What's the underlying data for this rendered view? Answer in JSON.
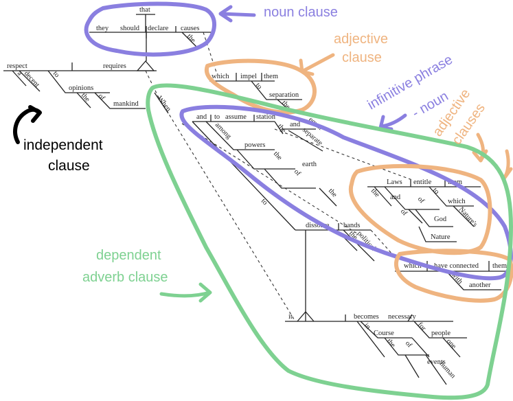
{
  "diagram": {
    "words": {
      "that": "that",
      "they": "they",
      "should": "should",
      "declare": "declare",
      "causes": "causes",
      "the_causes": "the",
      "respect": "respect",
      "requires": "requires",
      "a": "a",
      "decent": "decent",
      "to_opinions": "to",
      "opinions": "opinions",
      "the_mankind": "the",
      "of_mankind": "of",
      "mankind": "mankind",
      "when": "When",
      "which_impel": "which",
      "impel": "impel",
      "them_impel": "them",
      "to_separation": "to",
      "separation": "separation",
      "the_separation": "the",
      "and_top": "and",
      "to_assume": "to",
      "assume": "assume",
      "station": "station",
      "among": "among",
      "the_station": "the",
      "and_station": "and",
      "separate": "separate",
      "equal": "equal",
      "powers": "powers",
      "the_powers": "the",
      "of_earth": "of",
      "earth": "earth",
      "the_earth": "the",
      "to_dissolve": "to",
      "dissolve": "dissolve",
      "bands": "bands",
      "the_bands": "the",
      "political": "political",
      "laws": "Laws",
      "entitle": "entitle",
      "them_entitle": "them",
      "the_laws": "the",
      "and_laws": "and",
      "of_nature": "of",
      "of_god": "of",
      "to_which": "to",
      "which_entitle": "which",
      "god": "God",
      "natures": "Nature's",
      "nature": "Nature",
      "which_connected": "which",
      "have_connected": "have connected",
      "them_connected": "them",
      "with": "with",
      "another": "another",
      "it": "it",
      "becomes": "becomes",
      "necessary": "necessary",
      "in": "in",
      "course": "Course",
      "the_course": "the",
      "of_events": "of",
      "events": "events",
      "for": "for",
      "people": "people",
      "one": "one",
      "human": "human"
    },
    "annotations": {
      "noun_clause": "noun clause",
      "adjective_clause_1": "adjective",
      "adjective_clause_2": "clause",
      "infinitive_1": "infinitive phrase",
      "infinitive_2": "- noun",
      "adjective_clauses_1": "adjective",
      "adjective_clauses_2": "clauses",
      "independent_1": "independent",
      "independent_2": "clause",
      "dependent_1": "dependent",
      "dependent_2": "adverb clause"
    },
    "colors": {
      "purple": "#8a7fe0",
      "orange": "#efb480",
      "green": "#7ed191",
      "black": "#000000",
      "ink": "#222222"
    }
  }
}
